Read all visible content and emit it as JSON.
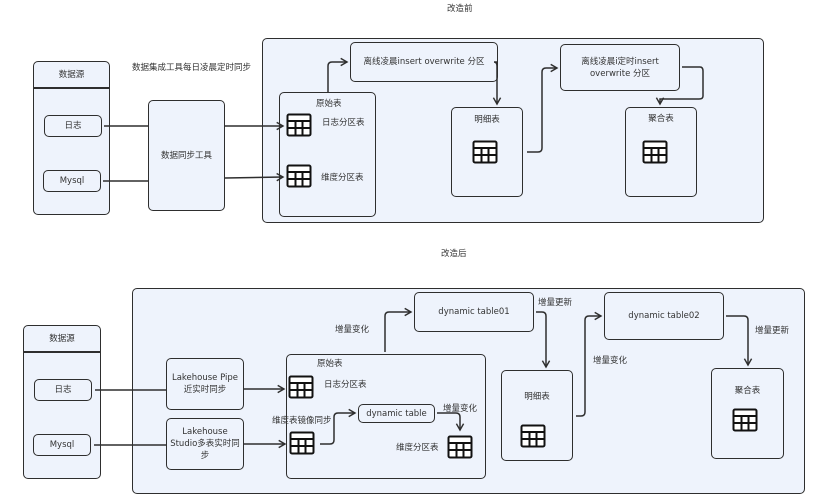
{
  "before": {
    "section_title": "改造前",
    "source_panel": {
      "title": "数据源",
      "items": [
        "日志",
        "Mysql"
      ]
    },
    "sync_note": "数据集成工具每日凌晨定时同步",
    "sync_tool": "数据同步工具",
    "raw_tables": {
      "title": "原始表",
      "tables": [
        "日志分区表",
        "维度分区表"
      ]
    },
    "job1": "离线凌晨insert overwrite 分区",
    "detail_table": "明细表",
    "job2": "离线凌晨i定时insert overwrite 分区",
    "agg_table": "聚合表"
  },
  "after": {
    "section_title": "改造后",
    "source_panel": {
      "title": "数据源",
      "items": [
        "日志",
        "Mysql"
      ]
    },
    "pipe_sync": "Lakehouse Pipe 近实时同步",
    "studio_sync": "Lakehouse Studio多表实时同步",
    "raw_tables": {
      "title": "原始表",
      "log_table": "日志分区表",
      "dim_table": "维度分区表"
    },
    "dim_mirror_note": "维度表镜像同步",
    "inner_dynamic_table": "dynamic table",
    "inner_change_note": "增量变化",
    "change_note_1": "增量变化",
    "dynamic_table01": "dynamic table01",
    "update_note_1": "增量更新",
    "detail_table": "明细表",
    "change_note_2": "增量变化",
    "dynamic_table02": "dynamic table02",
    "update_note_2": "增量更新",
    "agg_table": "聚合表"
  },
  "colors": {
    "box_fill": "#eef3fc",
    "stroke": "#2e2e2e",
    "text": "#333333"
  }
}
